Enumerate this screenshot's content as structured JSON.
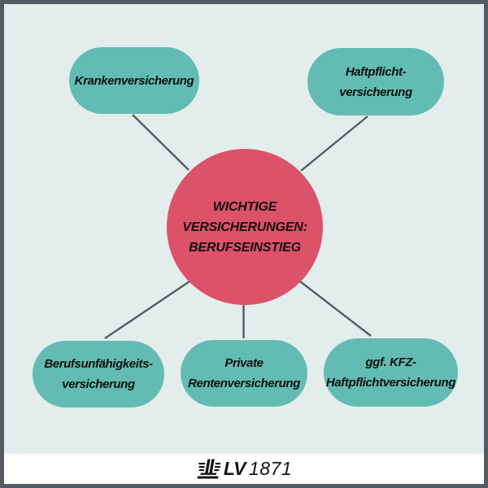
{
  "diagram": {
    "center": {
      "lines": [
        "WICHTIGE",
        "VERSICHERUNGEN:",
        "BERUFSEINSTIEG"
      ]
    },
    "nodes": [
      {
        "id": "krankenversicherung",
        "lines": [
          "Krankenversicherung",
          ""
        ]
      },
      {
        "id": "haftpflichtversicherung",
        "lines": [
          "Haftpflicht-",
          "versicherung"
        ]
      },
      {
        "id": "berufsunfaehigkeitsversicherung",
        "lines": [
          "Berufsunfähigkeits-",
          "versicherung"
        ]
      },
      {
        "id": "private-rentenversicherung",
        "lines": [
          "Private",
          "Rentenversicherung"
        ]
      },
      {
        "id": "kfz-haftpflichtversicherung",
        "lines": [
          "ggf. KFZ-",
          "Haftpflichtversicherung"
        ]
      }
    ]
  },
  "footer": {
    "brand": "LV",
    "year": "1871",
    "logo_icon": "lv1871-tower-icon"
  },
  "colors": {
    "background": "#e3eeec",
    "border": "#555b63",
    "node_fill": "#63bcb3",
    "center_fill": "#dc5269",
    "connector": "#555b63",
    "text": "#101010",
    "footer_background": "#ffffff"
  }
}
